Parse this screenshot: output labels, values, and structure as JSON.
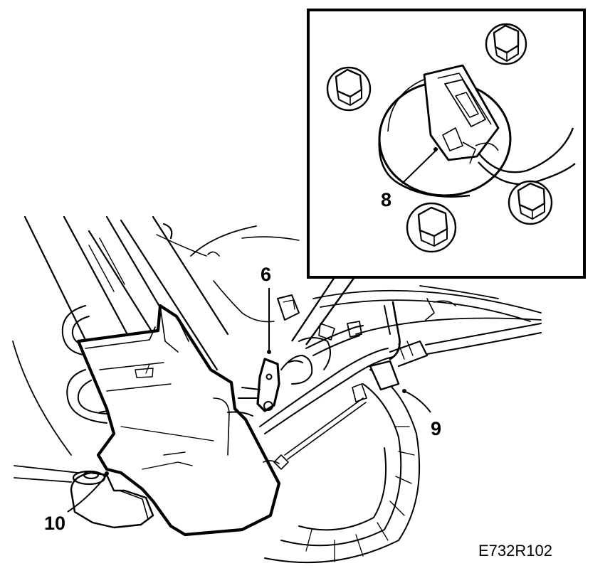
{
  "callouts": {
    "c6": "6",
    "c8": "8",
    "c9": "9",
    "c10": "10"
  },
  "figure_ref": "E732R102",
  "colors": {
    "ink": "#000000",
    "paper": "#ffffff"
  }
}
